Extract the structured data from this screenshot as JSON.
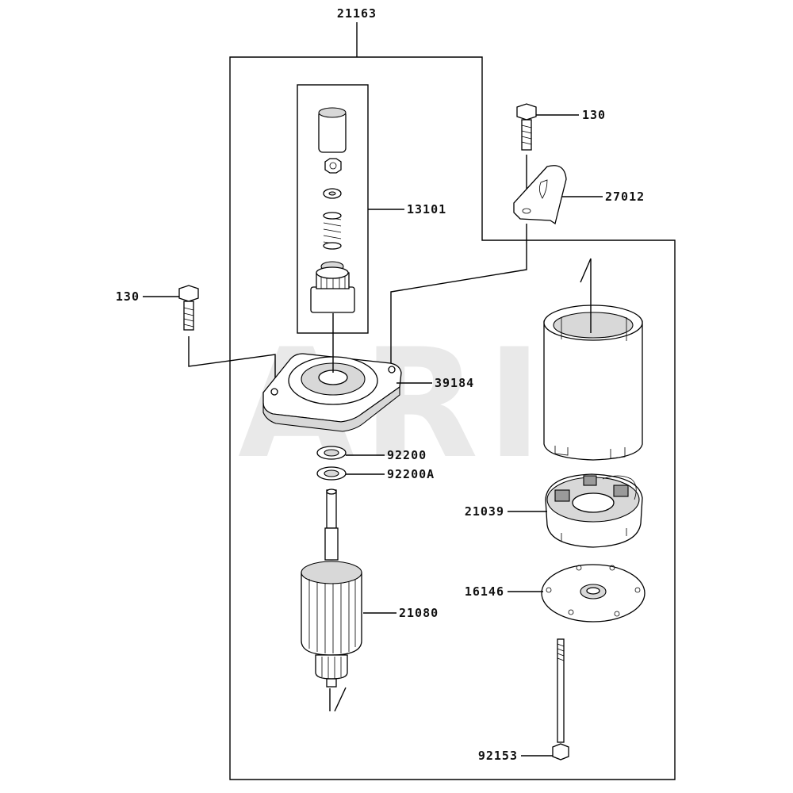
{
  "watermark": "ARI",
  "parts": {
    "assembly": "21163",
    "bolt_top": "130",
    "bracket": "27012",
    "drive_kit": "13101",
    "bolt_left": "130",
    "housing": "39184",
    "washer_1": "92200",
    "washer_2": "92200A",
    "brush_holder": "21039",
    "end_plate": "16146",
    "armature": "21080",
    "through_bolt": "92153"
  },
  "colors": {
    "line": "#000000",
    "shade": "#d8d8d8",
    "watermark": "#e9e9e9"
  }
}
